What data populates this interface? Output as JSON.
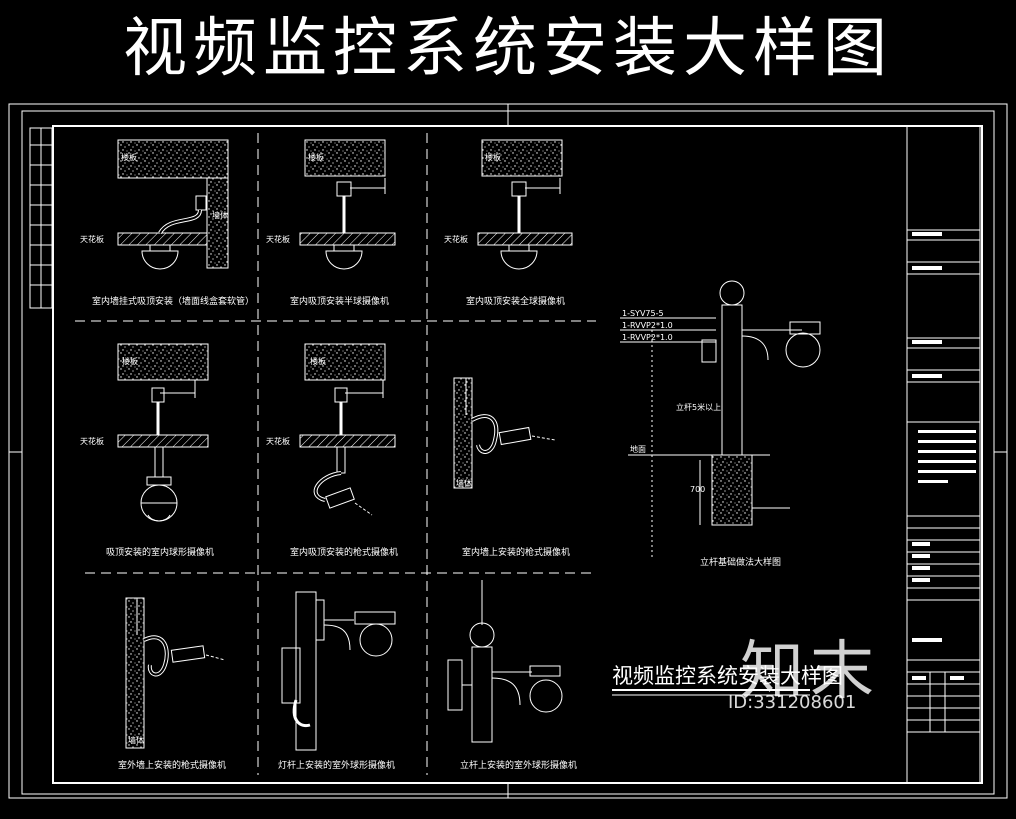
{
  "title": "视频监控系统安装大样图",
  "stamp_title": "视频监控系统安装大样图",
  "watermark": {
    "brand": "知末",
    "id": "ID:331208601"
  },
  "captions": [
    "室内墙挂式吸顶安装（墙面线盒套软管）",
    "室内吸顶安装半球摄像机",
    "室内吸顶安装全球摄像机",
    "吸顶安装的室内球形摄像机",
    "室内吸顶安装的枪式摄像机",
    "室内墙上安装的枪式摄像机",
    "室外墙上安装的枪式摄像机",
    "灯杆上安装的室外球形摄像机",
    "立杆上安装的室外球形摄像机",
    "立杆基础做法大样图"
  ],
  "labels": {
    "floor": "楼板",
    "ceiling": "天花板",
    "wall": "墙体",
    "ground": "地面",
    "pole_height": "立杆5米以上",
    "depth": "700"
  },
  "cables": [
    "1-SYV75-5",
    "1-RVVP2*1.0",
    "1-RVVP2*1.0"
  ]
}
